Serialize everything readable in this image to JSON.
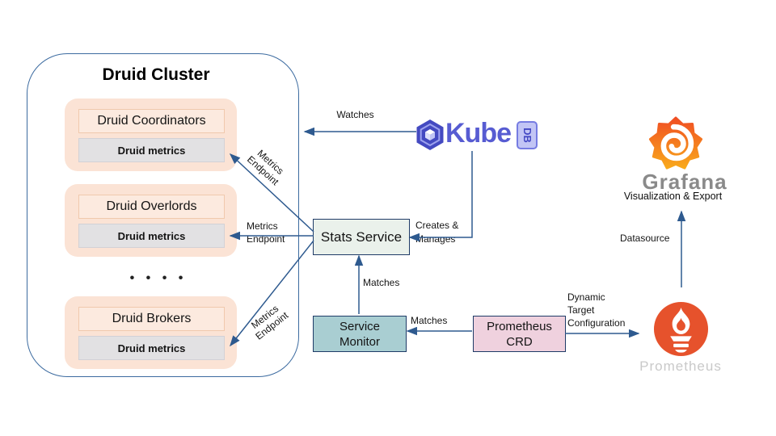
{
  "cluster": {
    "title": "Druid Cluster",
    "nodes": [
      {
        "name": "Druid Coordinators",
        "metrics_label": "Druid metrics"
      },
      {
        "name": "Druid Overlords",
        "metrics_label": "Druid metrics"
      },
      {
        "name": "Druid Brokers",
        "metrics_label": "Druid metrics"
      }
    ],
    "ellipsis": "• • • •"
  },
  "services": {
    "stats_service": "Stats Service",
    "service_monitor": [
      "Service",
      "Monitor"
    ],
    "prometheus_crd": [
      "Prometheus",
      "CRD"
    ]
  },
  "logos": {
    "kubedb": {
      "wordmark": "Kube",
      "badge": "DB"
    },
    "grafana": {
      "wordmark": "Grafana",
      "tagline": "Visualization & Export"
    },
    "prometheus": {
      "wordmark": "Prometheus"
    }
  },
  "edges": {
    "watches": "Watches",
    "creates_manages": [
      "Creates &",
      "Manages"
    ],
    "matches_up": "Matches",
    "matches_left": "Matches",
    "metrics_endpoint": [
      "Metrics",
      "Endpoint"
    ],
    "dynamic_target_configuration": [
      "Dynamic",
      "Target",
      "Configuration"
    ],
    "datasource": "Datasource"
  },
  "colors": {
    "arrow_blue": "#2e5a8f",
    "box_border_navy": "#1f3b67",
    "cluster_border_blue": "#3c6ba0",
    "node_peach": "#fbe3d5",
    "node_peach_light": "#fceadf",
    "node_peach_border": "#f0c9ad",
    "metrics_gray": "#e2e1e3",
    "stats_service_bg": "#eaf1eb",
    "service_monitor_bg": "#a9ced2",
    "prometheus_crd_bg": "#efd1de",
    "kubedb_indigo": "#575cd2",
    "grafana_orange_top": "#f04e23",
    "grafana_orange_bottom": "#f9a91b",
    "grafana_gray": "#8a8a8a",
    "prometheus_orange": "#e6522c",
    "prometheus_text_gray": "#c9c9c9"
  }
}
